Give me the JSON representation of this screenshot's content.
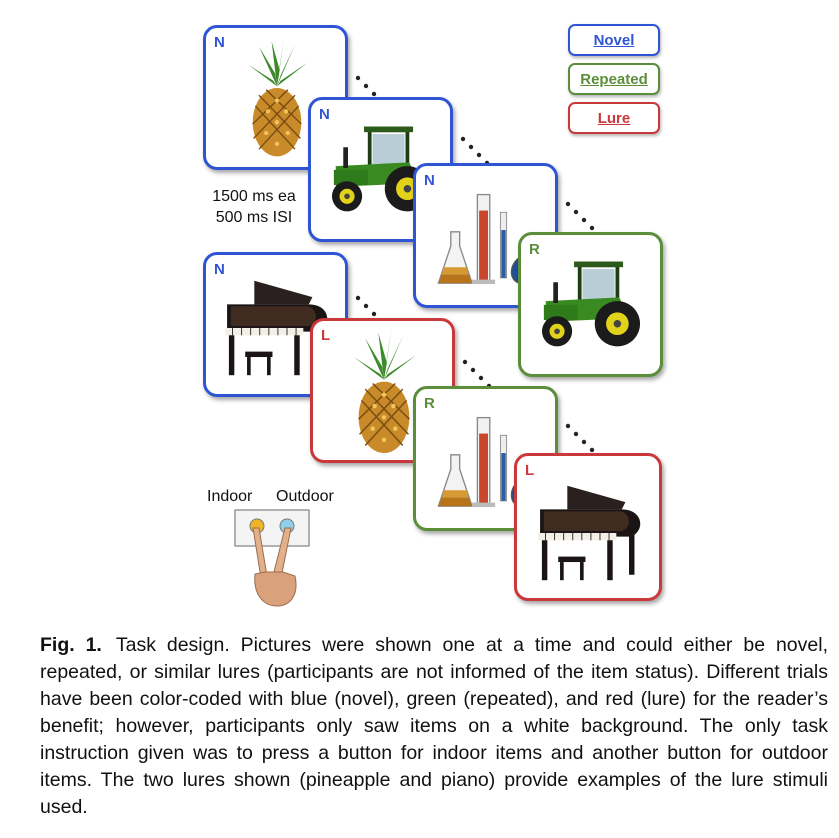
{
  "legend": {
    "novel": "Novel",
    "repeated": "Repeated",
    "lure": "Lure"
  },
  "timing": {
    "duration": "1500 ms ea",
    "isi": "500 ms ISI"
  },
  "response_buttons": {
    "indoor": "Indoor",
    "outdoor": "Outdoor"
  },
  "trials": [
    {
      "letter": "N",
      "item": "pineapple"
    },
    {
      "letter": "N",
      "item": "tractor"
    },
    {
      "letter": "N",
      "item": "lab glassware"
    },
    {
      "letter": "R",
      "item": "tractor"
    },
    {
      "letter": "N",
      "item": "piano"
    },
    {
      "letter": "L",
      "item": "pineapple"
    },
    {
      "letter": "R",
      "item": "lab glassware"
    },
    {
      "letter": "L",
      "item": "piano"
    }
  ],
  "colors": {
    "novel": "#2f55d4",
    "repeated": "#5b8e3a",
    "lure": "#c9383a"
  },
  "caption": {
    "label": "Fig. 1.",
    "text": "Task design. Pictures were shown one at a time and could either be novel, repeated, or similar lures (participants are not informed of the item status). Different trials have been color-coded with blue (novel), green (repeated), and red (lure) for the reader’s benefit; however, participants only saw items on a white background. The only task instruction given was to press a button for indoor items and another button for outdoor items. The two lures shown (pineapple and piano) provide examples of the lure stimuli used."
  }
}
